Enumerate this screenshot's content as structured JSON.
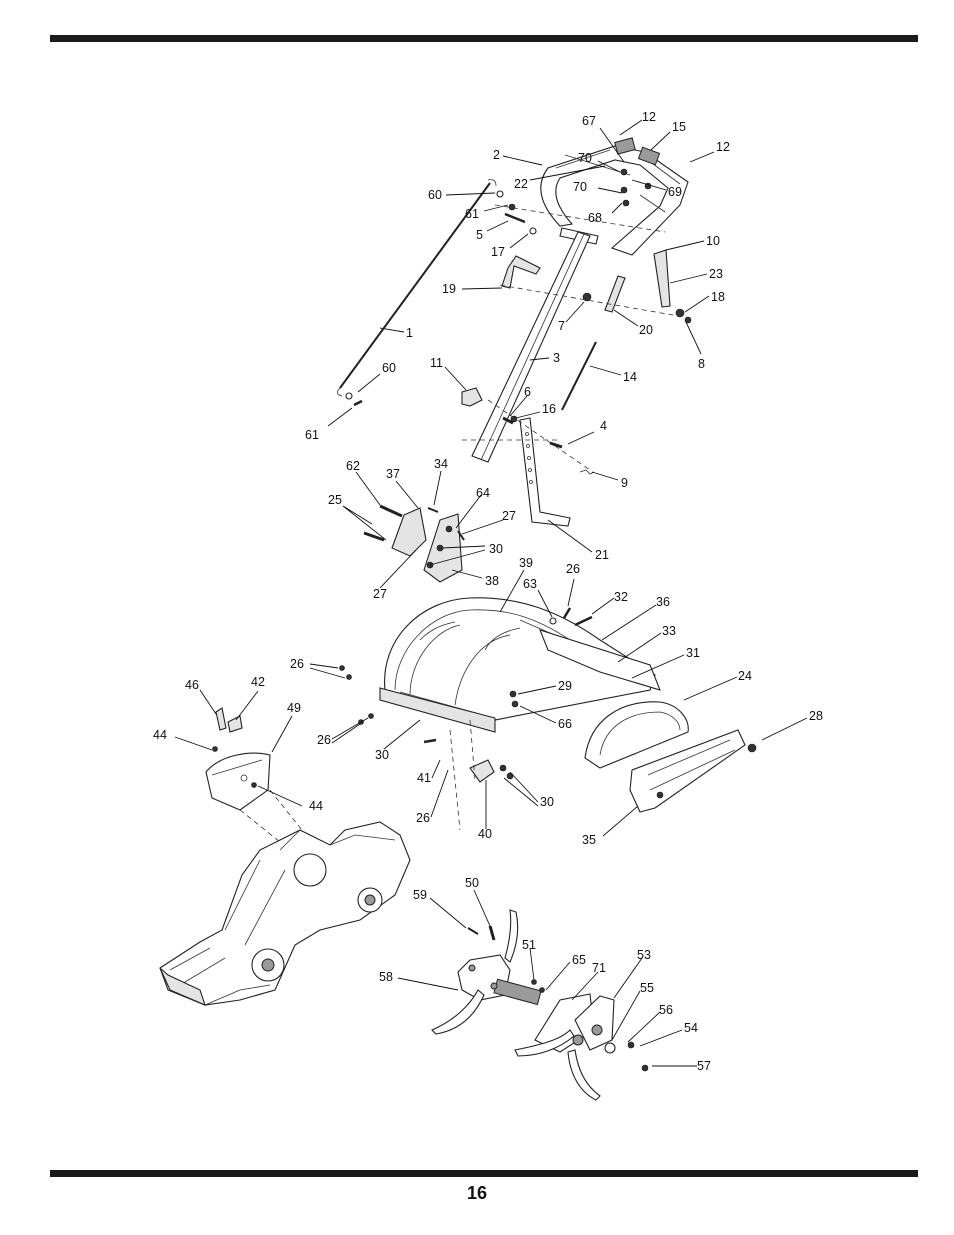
{
  "page": {
    "number": "16"
  },
  "diagram": {
    "labels": [
      "67",
      "12",
      "15",
      "12",
      "2",
      "70",
      "22",
      "69",
      "70",
      "60",
      "68",
      "61",
      "5",
      "17",
      "10",
      "23",
      "19",
      "18",
      "7",
      "20",
      "8",
      "1",
      "3",
      "14",
      "11",
      "60",
      "6",
      "16",
      "4",
      "61",
      "9",
      "62",
      "37",
      "34",
      "25",
      "64",
      "27",
      "30",
      "21",
      "27",
      "38",
      "39",
      "26",
      "63",
      "32",
      "36",
      "33",
      "31",
      "26",
      "24",
      "29",
      "66",
      "46",
      "42",
      "49",
      "28",
      "44",
      "26",
      "30",
      "41",
      "30",
      "44",
      "26",
      "40",
      "35",
      "50",
      "59",
      "51",
      "65",
      "71",
      "53",
      "58",
      "55",
      "56",
      "54",
      "57"
    ]
  }
}
